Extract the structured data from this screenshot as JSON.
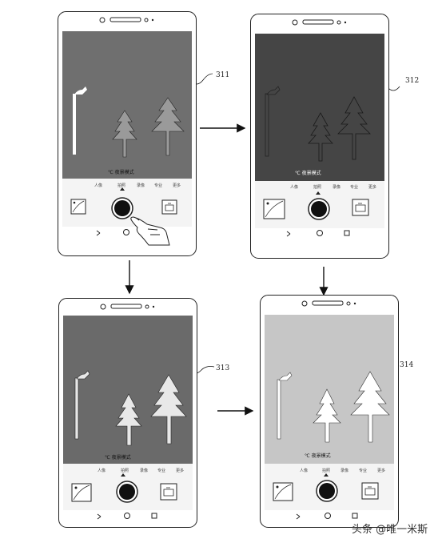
{
  "phones": [
    {
      "id": "p1",
      "ref": "311",
      "caption": "℃ 夜景模式",
      "modes": [
        "人像",
        "拍照",
        "录像",
        "专业",
        "更多"
      ],
      "screen": "#6f6f6f",
      "moon": "#ffffff",
      "trees": "#9a9a9a",
      "post": "#ffffff"
    },
    {
      "id": "p2",
      "ref": "312",
      "caption": "℃ 夜景模式",
      "modes": [
        "人像",
        "拍照",
        "录像",
        "专业",
        "更多"
      ],
      "screen": "#454545",
      "moon": "#ffffff",
      "trees": "#454545",
      "post": "#454545"
    },
    {
      "id": "p3",
      "ref": "313",
      "caption": "℃ 夜景模式",
      "modes": [
        "人像",
        "拍照",
        "录像",
        "专业",
        "更多"
      ],
      "screen": "#6a6a6a",
      "moon": "#1c1c1c",
      "trees": "#e8e8e8",
      "post": "#e8e8e8"
    },
    {
      "id": "p4",
      "ref": "314",
      "caption": "℃ 夜景模式",
      "modes": [
        "人像",
        "拍照",
        "录像",
        "专业",
        "更多"
      ],
      "screen": "#c6c6c6",
      "moon": "#ffffff",
      "trees": "#ffffff",
      "post": "#ffffff"
    }
  ],
  "watermark": "头条 @唯一米斯"
}
